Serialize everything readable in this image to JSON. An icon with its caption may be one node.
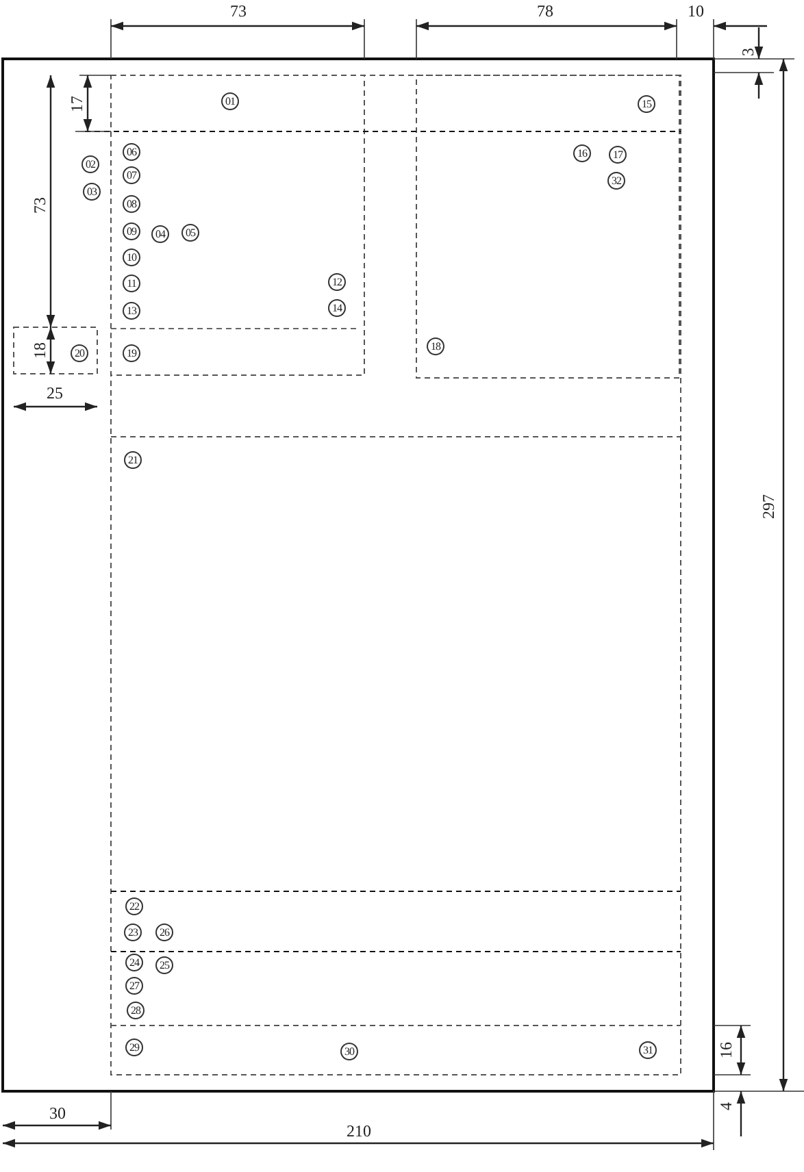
{
  "diagram": {
    "labels": [
      "73",
      "78",
      "10",
      "3",
      "17",
      "01",
      "15",
      "73",
      "06",
      "02",
      "07",
      "16",
      "17",
      "32",
      "03",
      "08",
      "09",
      "04",
      "05",
      "10",
      "11",
      "12",
      "13",
      "14",
      "18",
      "20",
      "19",
      "18",
      "25",
      "21",
      "297",
      "22",
      "23",
      "26",
      "24",
      "25",
      "27",
      "28",
      "29",
      "30",
      "31",
      "16",
      "4",
      "30",
      "210"
    ]
  }
}
